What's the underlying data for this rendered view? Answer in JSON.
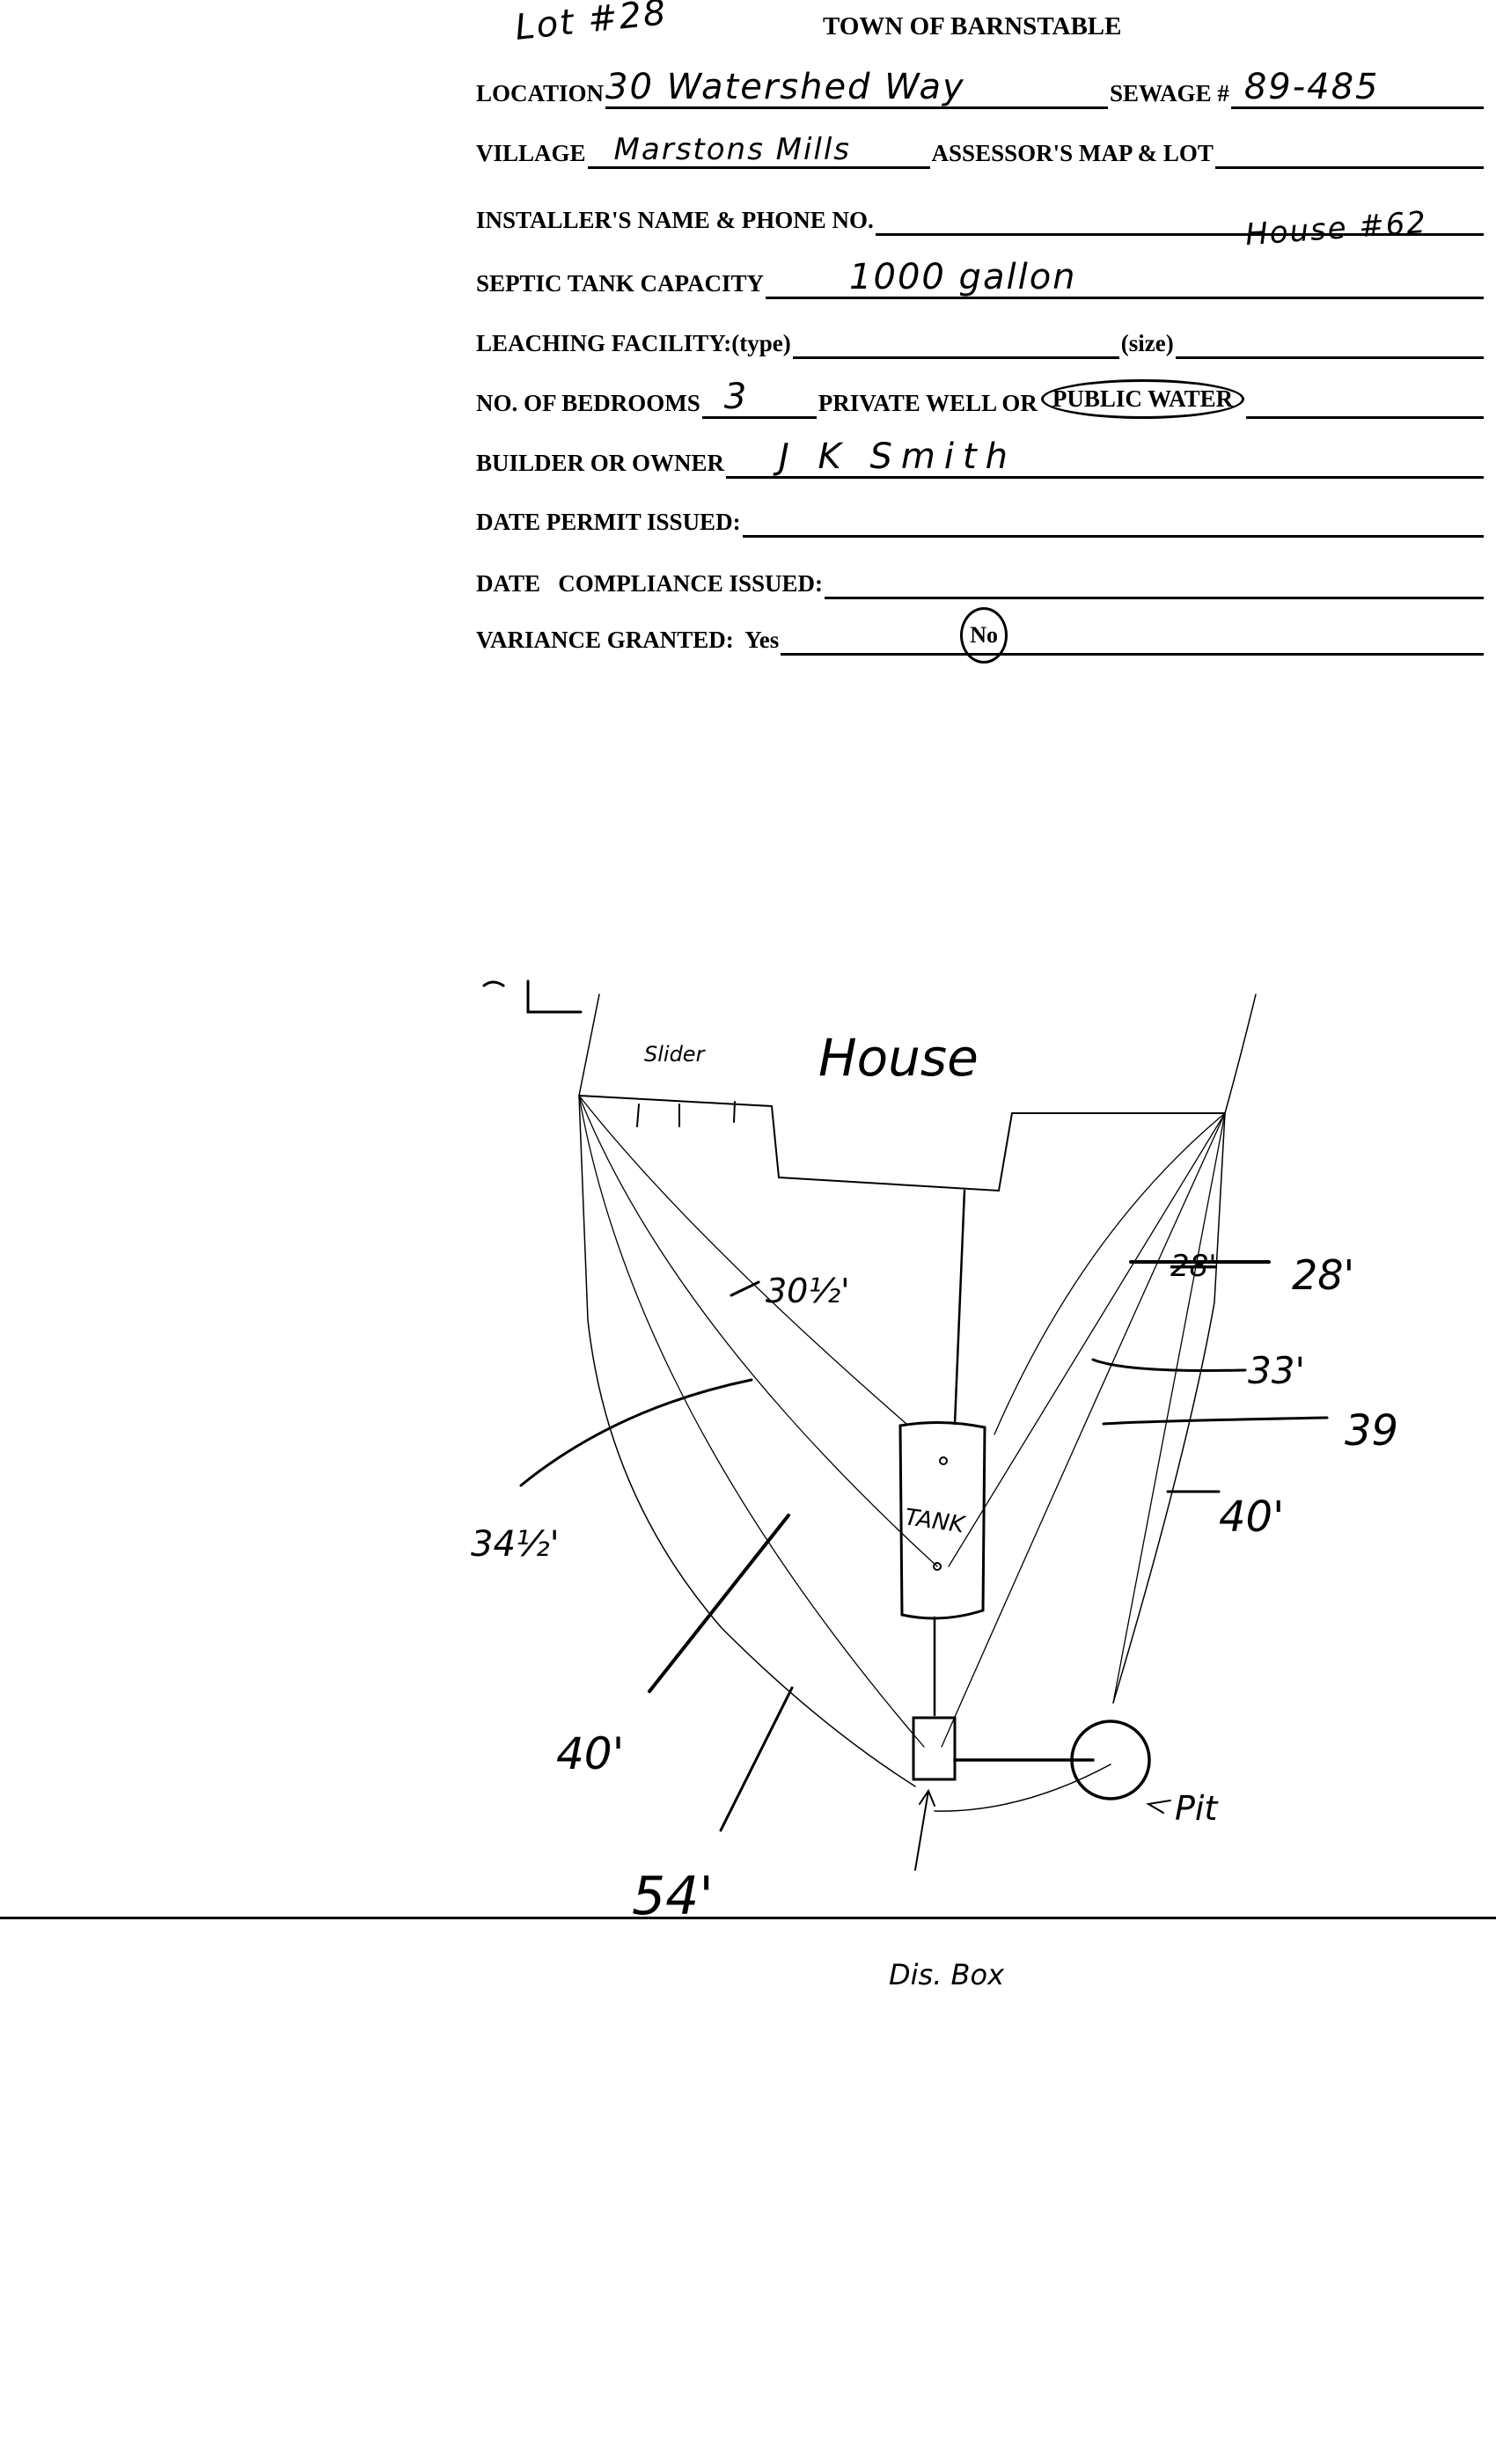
{
  "header": {
    "title": "TOWN OF BARNSTABLE",
    "lot_note": "Lot #28"
  },
  "form": {
    "location_label": "LOCATION",
    "location_value": "30 Watershed Way",
    "sewage_label": "SEWAGE #",
    "sewage_value": "89-485",
    "village_label": "VILLAGE",
    "village_value": "Marstons Mills",
    "assessor_label": "ASSESSOR'S MAP & LOT",
    "assessor_note": "House #62",
    "installer_label": "INSTALLER'S NAME & PHONE NO.",
    "septic_label": "SEPTIC TANK CAPACITY",
    "septic_value": "1000 gallon",
    "leaching_label": "LEACHING FACILITY:(type)",
    "leaching_size_label": "(size)",
    "bedrooms_label": "NO. OF BEDROOMS",
    "bedrooms_value": "3",
    "water_label": "PRIVATE WELL OR",
    "water_option_selected": "PUBLIC WATER",
    "builder_label": "BUILDER OR OWNER",
    "builder_value": "J K Smith",
    "permit_label": "DATE PERMIT ISSUED:",
    "compliance_label": "DATE   COMPLIANCE ISSUED:",
    "variance_label": "VARIANCE GRANTED:  Yes",
    "variance_selected": "No"
  },
  "sketch": {
    "house": "House",
    "slider": "Slider",
    "tank": "TANK",
    "dbox": "Dis. Box",
    "pit": "Pit",
    "d_30_5": "30½'",
    "d_28_struck": "28'",
    "d_28": "28'",
    "d_33": "33'",
    "d_39": "39",
    "d_40_right": "40'",
    "d_34_5": "34½'",
    "d_40_left": "40'",
    "d_54": "54'"
  }
}
